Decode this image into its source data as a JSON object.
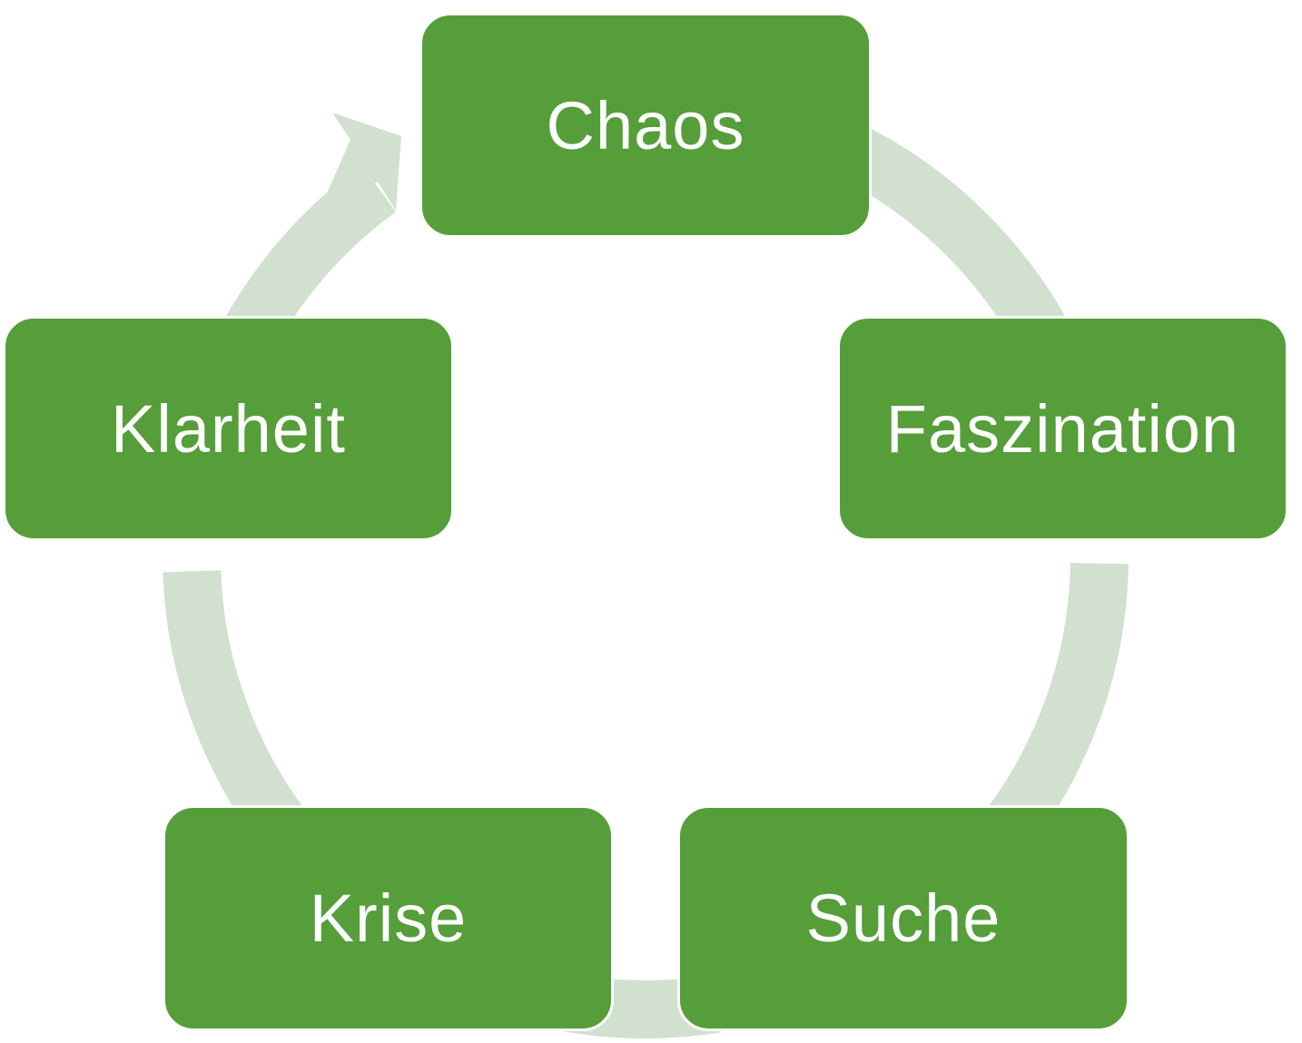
{
  "diagram": {
    "type": "cycle",
    "colors": {
      "node_fill": "#559e3a",
      "node_text": "#ffffff",
      "arrow": "#d1e0cf",
      "background": "#ffffff"
    },
    "nodes": [
      {
        "id": "chaos",
        "label": "Chaos"
      },
      {
        "id": "faszination",
        "label": "Faszination"
      },
      {
        "id": "suche",
        "label": "Suche"
      },
      {
        "id": "krise",
        "label": "Krise"
      },
      {
        "id": "klarheit",
        "label": "Klarheit"
      }
    ],
    "edges": [
      {
        "from": "chaos",
        "to": "faszination"
      },
      {
        "from": "faszination",
        "to": "suche"
      },
      {
        "from": "suche",
        "to": "krise"
      },
      {
        "from": "krise",
        "to": "klarheit"
      },
      {
        "from": "klarheit",
        "to": "chaos",
        "arrowhead": true
      }
    ]
  }
}
